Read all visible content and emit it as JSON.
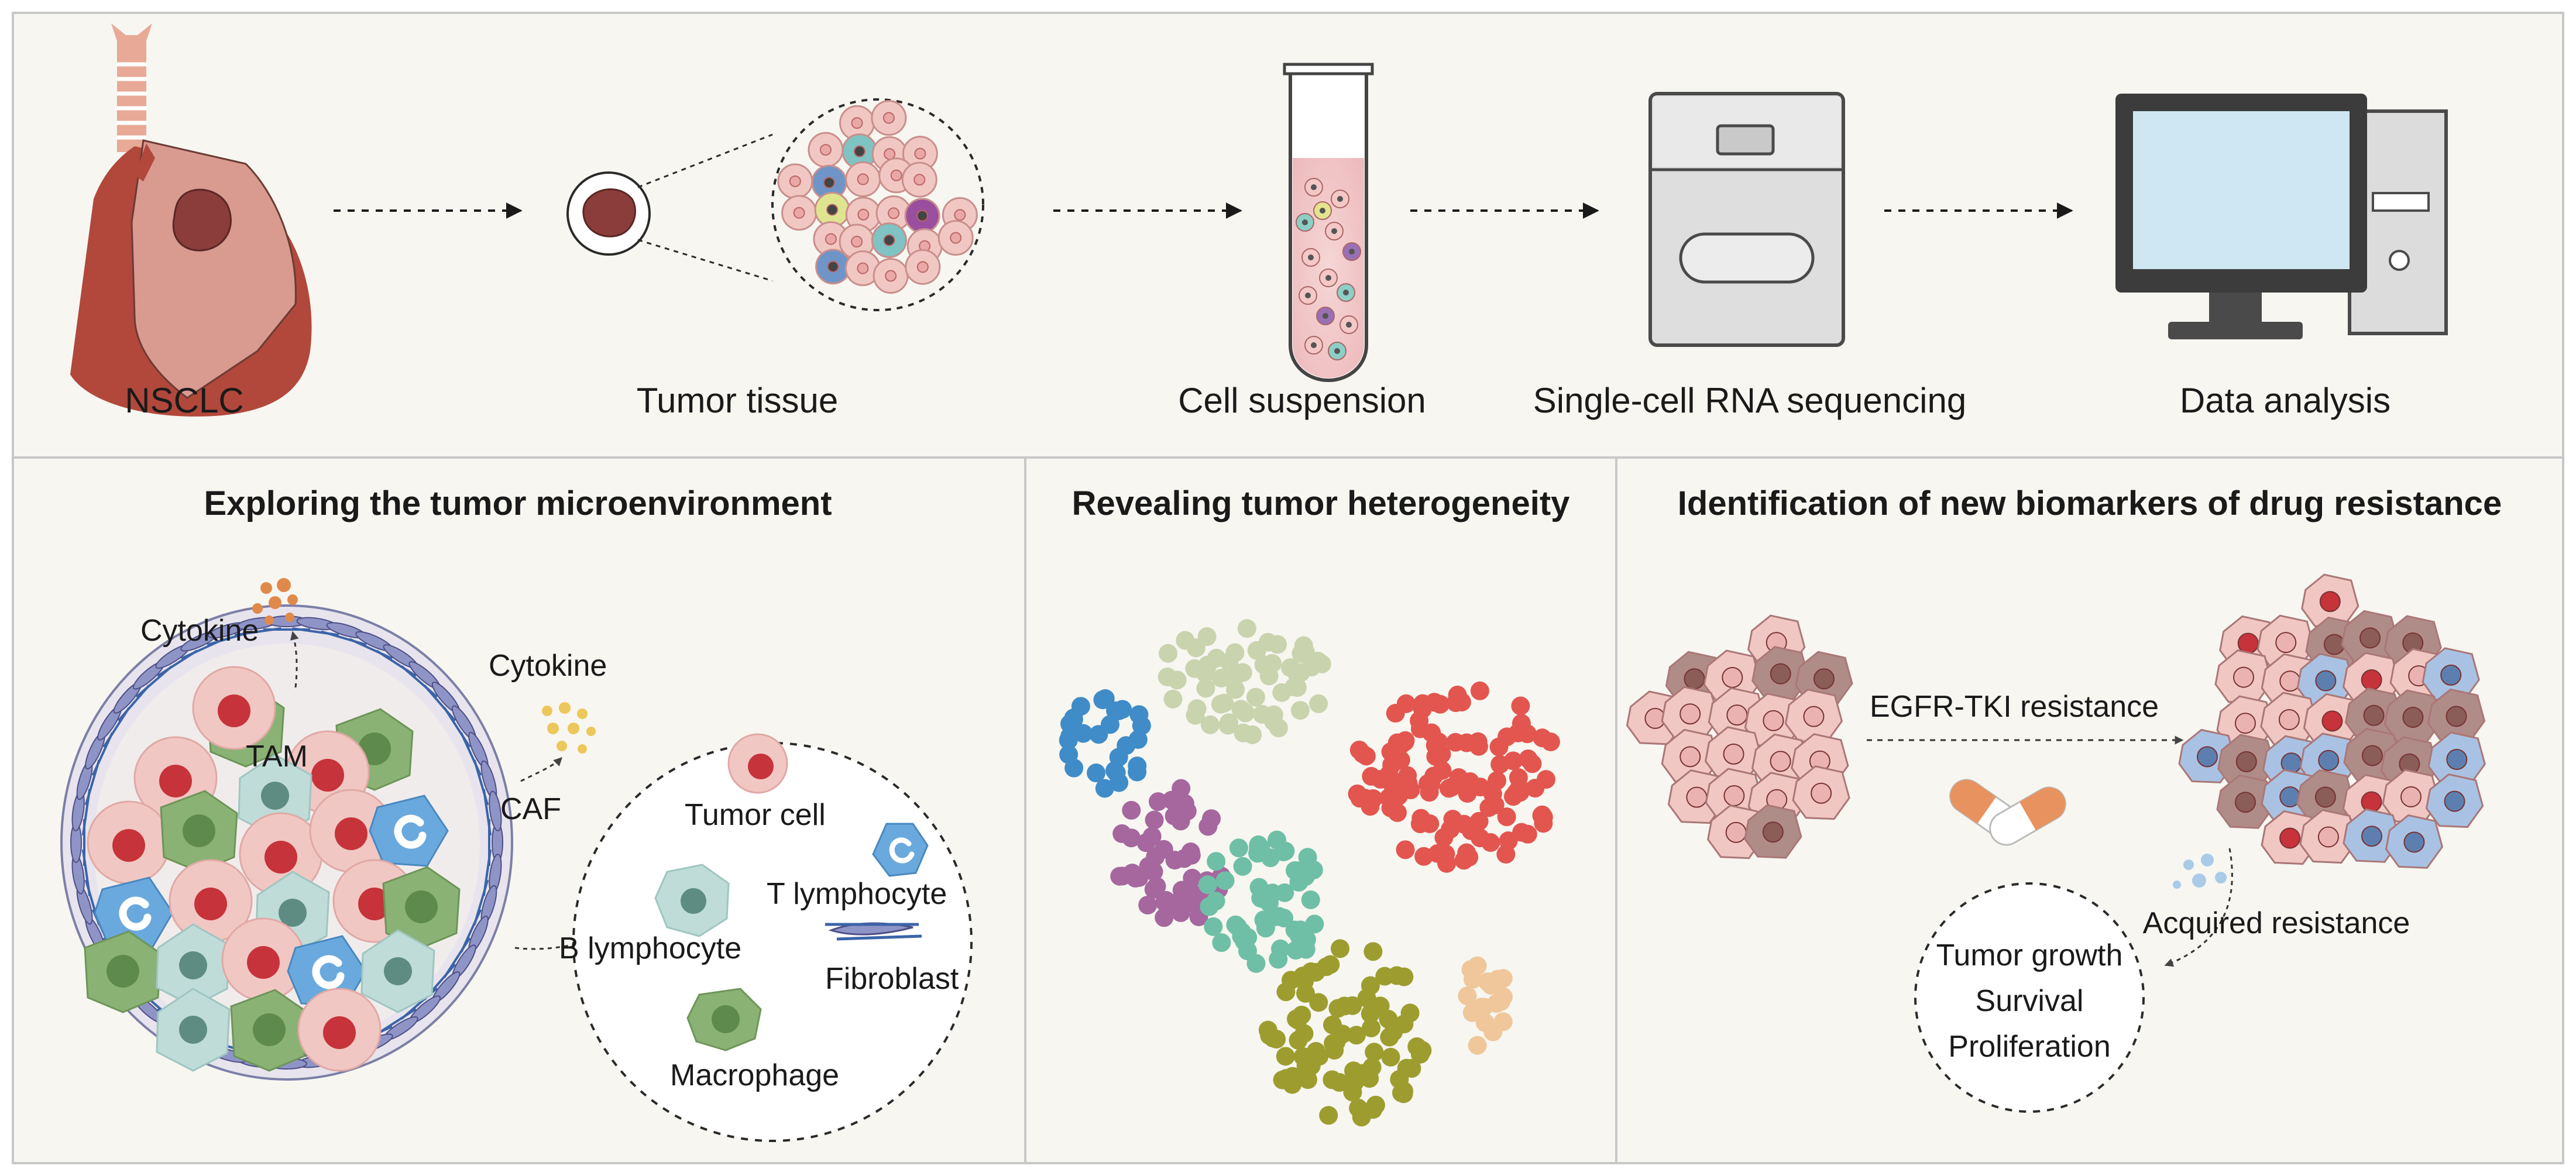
{
  "pipeline": {
    "steps": [
      {
        "label": "NSCLC"
      },
      {
        "label": "Tumor tissue"
      },
      {
        "label": "Cell suspension"
      },
      {
        "label": "Single-cell RNA sequencing"
      },
      {
        "label": "Data analysis"
      }
    ]
  },
  "panels": {
    "microenvironment": {
      "title": "Exploring the tumor microenvironment",
      "labels": {
        "cytokine_top": "Cytokine",
        "cytokine_right": "Cytokine",
        "tam": "TAM",
        "caf": "CAF"
      },
      "legend": {
        "tumor_cell": "Tumor cell",
        "t_lymphocyte": "T lymphocyte",
        "b_lymphocyte": "B lymphocyte",
        "fibroblast": "Fibroblast",
        "macrophage": "Macrophage"
      }
    },
    "heterogeneity": {
      "title": "Revealing tumor heterogeneity"
    },
    "biomarkers": {
      "title": "Identification of new biomarkers of drug resistance",
      "arrow_label": "EGFR-TKI resistance",
      "acquired_label": "Acquired resistance",
      "outcomes": [
        "Tumor growth",
        "Survival",
        "Proliferation"
      ]
    }
  },
  "colors": {
    "panel_bg": "#f7f6f1",
    "panel_border": "#c8c8c8",
    "tumor_pink": "#f1c7c3",
    "tumor_nucleus": "#c6333a",
    "resistant_brown": "#b08c88",
    "t_cell_blue": "#6aa9dd",
    "b_cell_teal": "#bfdcd8",
    "macrophage_green": "#8bb275",
    "cluster_gray_green": "#c9d3ad",
    "cluster_blue": "#3f8cc8",
    "cluster_purple": "#a5679e",
    "cluster_teal": "#6fbfa6",
    "cluster_red": "#e2564f",
    "cluster_olive": "#9c9d2e",
    "cluster_peach": "#efc79a"
  }
}
